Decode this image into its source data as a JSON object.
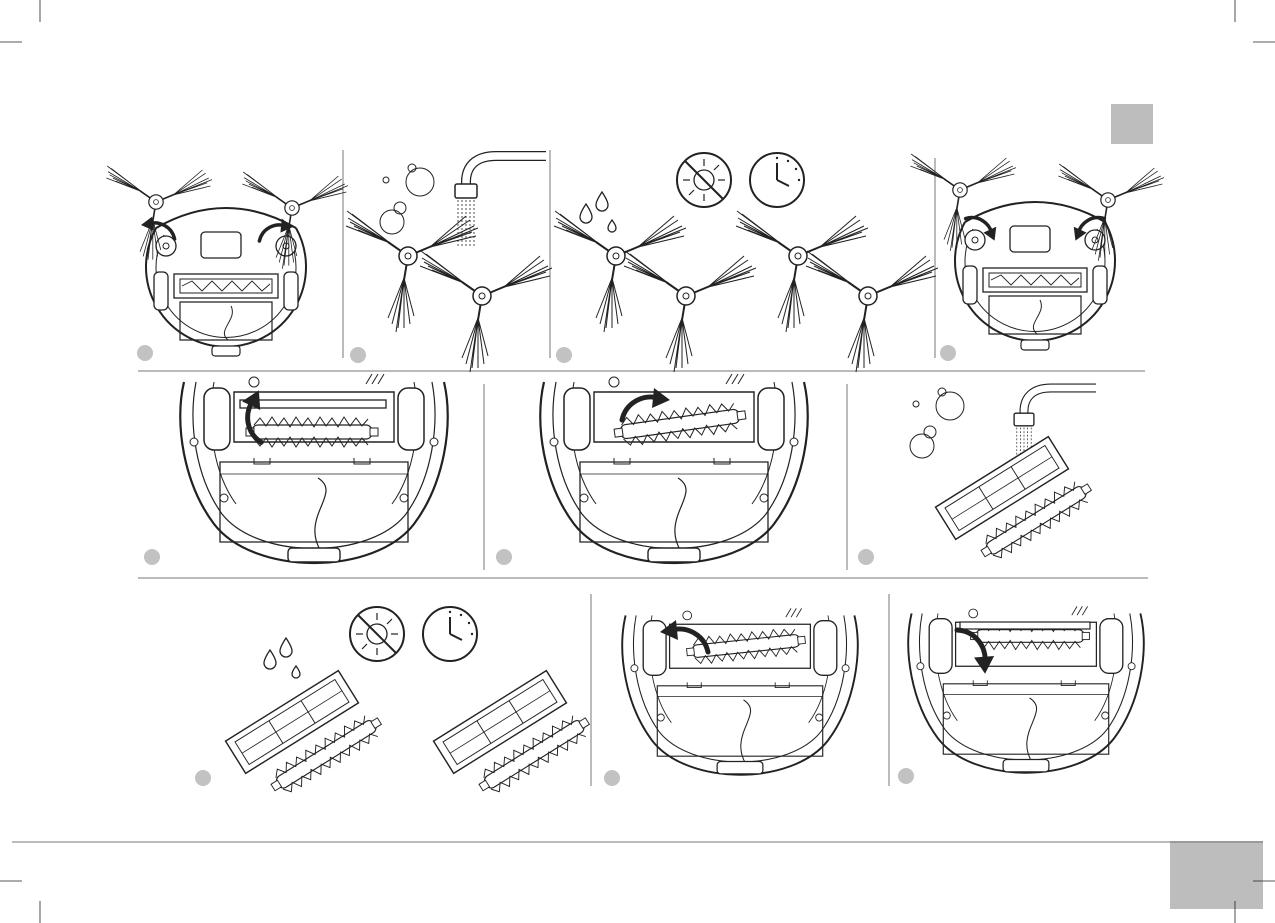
{
  "page": {
    "thumb_tab_color": "#bdbdbd",
    "step_marker_color": "#c2c2c2",
    "line_color": "#222222"
  },
  "rows": [
    {
      "name": "side-brush-cleaning",
      "steps": [
        {
          "id": "step-remove-side-brushes",
          "icons": [
            "robot-underside-icon",
            "arrow-icon",
            "side-brush-icon"
          ]
        },
        {
          "id": "step-rinse-side-brushes",
          "icons": [
            "faucet-icon",
            "bubbles-icon",
            "side-brush-icon"
          ]
        },
        {
          "id": "step-dry-side-brushes",
          "icons": [
            "water-drops-icon",
            "no-sun-icon",
            "clock-icon",
            "side-brush-icon"
          ]
        },
        {
          "id": "step-refit-side-brushes",
          "icons": [
            "robot-underside-icon",
            "arrow-icon",
            "side-brush-icon"
          ]
        }
      ]
    },
    {
      "name": "main-brush-removal",
      "steps": [
        {
          "id": "step-open-brush-cover",
          "icons": [
            "brush-cover-icon",
            "arrow-icon"
          ]
        },
        {
          "id": "step-lift-main-brush",
          "icons": [
            "main-brush-icon",
            "arrow-icon"
          ]
        },
        {
          "id": "step-rinse-main-brush",
          "icons": [
            "faucet-icon",
            "bubbles-icon",
            "main-brush-icon"
          ]
        }
      ]
    },
    {
      "name": "main-brush-refit",
      "steps": [
        {
          "id": "step-dry-main-brush",
          "icons": [
            "water-drops-icon",
            "no-sun-icon",
            "clock-icon",
            "main-brush-icon"
          ]
        },
        {
          "id": "step-insert-main-brush",
          "icons": [
            "main-brush-icon",
            "arrow-icon"
          ]
        },
        {
          "id": "step-close-brush-cover",
          "icons": [
            "brush-cover-icon",
            "arrow-icon"
          ]
        }
      ]
    }
  ]
}
